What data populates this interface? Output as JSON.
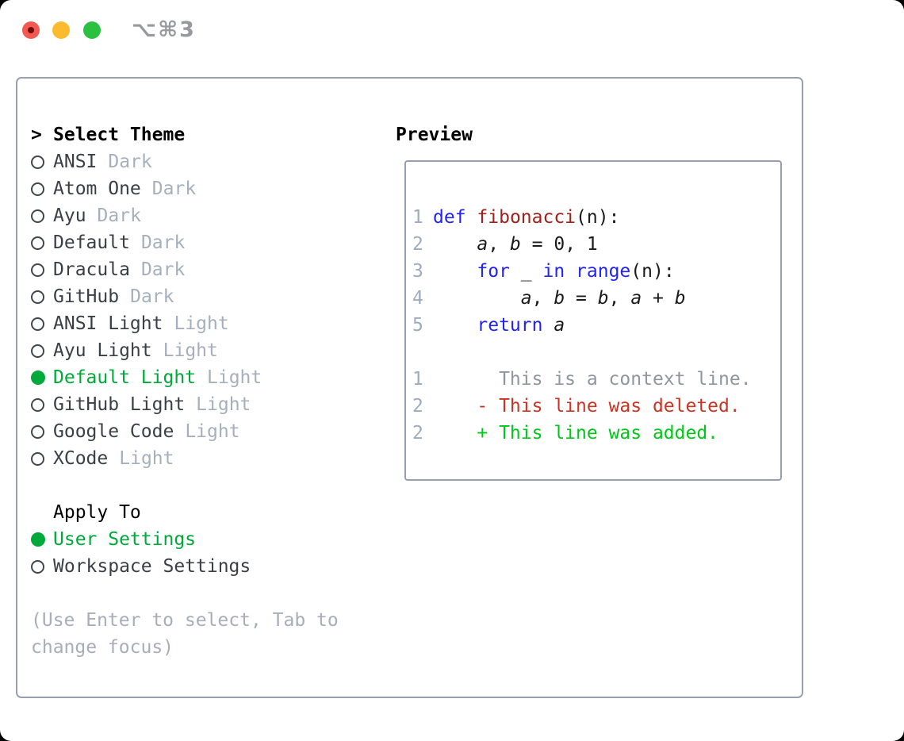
{
  "window": {
    "title": "⌥⌘3"
  },
  "traffic_lights": {
    "close": "close-button",
    "minimize": "minimize-button",
    "zoom": "zoom-button"
  },
  "theme_picker": {
    "header_marker": ">",
    "header": "Select Theme",
    "items": [
      {
        "name": "ANSI",
        "variant": "Dark",
        "selected": false
      },
      {
        "name": "Atom One",
        "variant": "Dark",
        "selected": false
      },
      {
        "name": "Ayu",
        "variant": "Dark",
        "selected": false
      },
      {
        "name": "Default",
        "variant": "Dark",
        "selected": false
      },
      {
        "name": "Dracula",
        "variant": "Dark",
        "selected": false
      },
      {
        "name": "GitHub",
        "variant": "Dark",
        "selected": false
      },
      {
        "name": "ANSI Light",
        "variant": "Light",
        "selected": false
      },
      {
        "name": "Ayu Light",
        "variant": "Light",
        "selected": false
      },
      {
        "name": "Default Light",
        "variant": "Light",
        "selected": true
      },
      {
        "name": "GitHub Light",
        "variant": "Light",
        "selected": false
      },
      {
        "name": "Google Code",
        "variant": "Light",
        "selected": false
      },
      {
        "name": "XCode",
        "variant": "Light",
        "selected": false
      }
    ]
  },
  "apply_to": {
    "header": "Apply To",
    "options": [
      {
        "label": "User Settings",
        "selected": true
      },
      {
        "label": "Workspace Settings",
        "selected": false
      }
    ]
  },
  "hint": "(Use Enter to select, Tab to change focus)",
  "preview": {
    "title": "Preview",
    "lines": [
      {
        "num": "",
        "tokens": []
      },
      {
        "num": "1",
        "tokens": [
          {
            "t": "def",
            "c": "kw"
          },
          {
            "t": " ",
            "c": "plain"
          },
          {
            "t": "fibonacci",
            "c": "fn"
          },
          {
            "t": "(n):",
            "c": "plain"
          }
        ]
      },
      {
        "num": "2",
        "tokens": [
          {
            "t": "    ",
            "c": "plain"
          },
          {
            "t": "a",
            "c": "var"
          },
          {
            "t": ", ",
            "c": "plain"
          },
          {
            "t": "b",
            "c": "var"
          },
          {
            "t": " = 0, 1",
            "c": "plain"
          }
        ]
      },
      {
        "num": "3",
        "tokens": [
          {
            "t": "    ",
            "c": "plain"
          },
          {
            "t": "for",
            "c": "kw"
          },
          {
            "t": " _ ",
            "c": "plain"
          },
          {
            "t": "in",
            "c": "kw"
          },
          {
            "t": " ",
            "c": "plain"
          },
          {
            "t": "range",
            "c": "kw"
          },
          {
            "t": "(n):",
            "c": "plain"
          }
        ]
      },
      {
        "num": "4",
        "tokens": [
          {
            "t": "        ",
            "c": "plain"
          },
          {
            "t": "a",
            "c": "var"
          },
          {
            "t": ", ",
            "c": "plain"
          },
          {
            "t": "b",
            "c": "var"
          },
          {
            "t": " = ",
            "c": "plain"
          },
          {
            "t": "b",
            "c": "var"
          },
          {
            "t": ", ",
            "c": "plain"
          },
          {
            "t": "a",
            "c": "var"
          },
          {
            "t": " + ",
            "c": "plain"
          },
          {
            "t": "b",
            "c": "var"
          }
        ]
      },
      {
        "num": "5",
        "tokens": [
          {
            "t": "    ",
            "c": "plain"
          },
          {
            "t": "return",
            "c": "kw"
          },
          {
            "t": " ",
            "c": "plain"
          },
          {
            "t": "a",
            "c": "var"
          }
        ]
      },
      {
        "num": "",
        "tokens": []
      },
      {
        "num": "1",
        "tokens": [
          {
            "t": "      This is a context line.",
            "c": "ctx"
          }
        ]
      },
      {
        "num": "2",
        "tokens": [
          {
            "t": "    - This line was deleted.",
            "c": "del"
          }
        ]
      },
      {
        "num": "2",
        "tokens": [
          {
            "t": "    + This line was added.",
            "c": "add"
          }
        ]
      },
      {
        "num": "",
        "tokens": []
      }
    ]
  },
  "colors": {
    "selected_green": "#00a93c",
    "added_green": "#00c718",
    "deleted_red": "#cc3322",
    "keyword_blue": "#2323f5",
    "function_red": "#a3201a",
    "muted_gray": "#a6b0bc",
    "line_number_gray": "#9dacbf",
    "panel_border": "#99a0ad",
    "traffic_red": "#f45951",
    "traffic_yellow": "#fcbb2d",
    "traffic_green": "#2bc140"
  }
}
